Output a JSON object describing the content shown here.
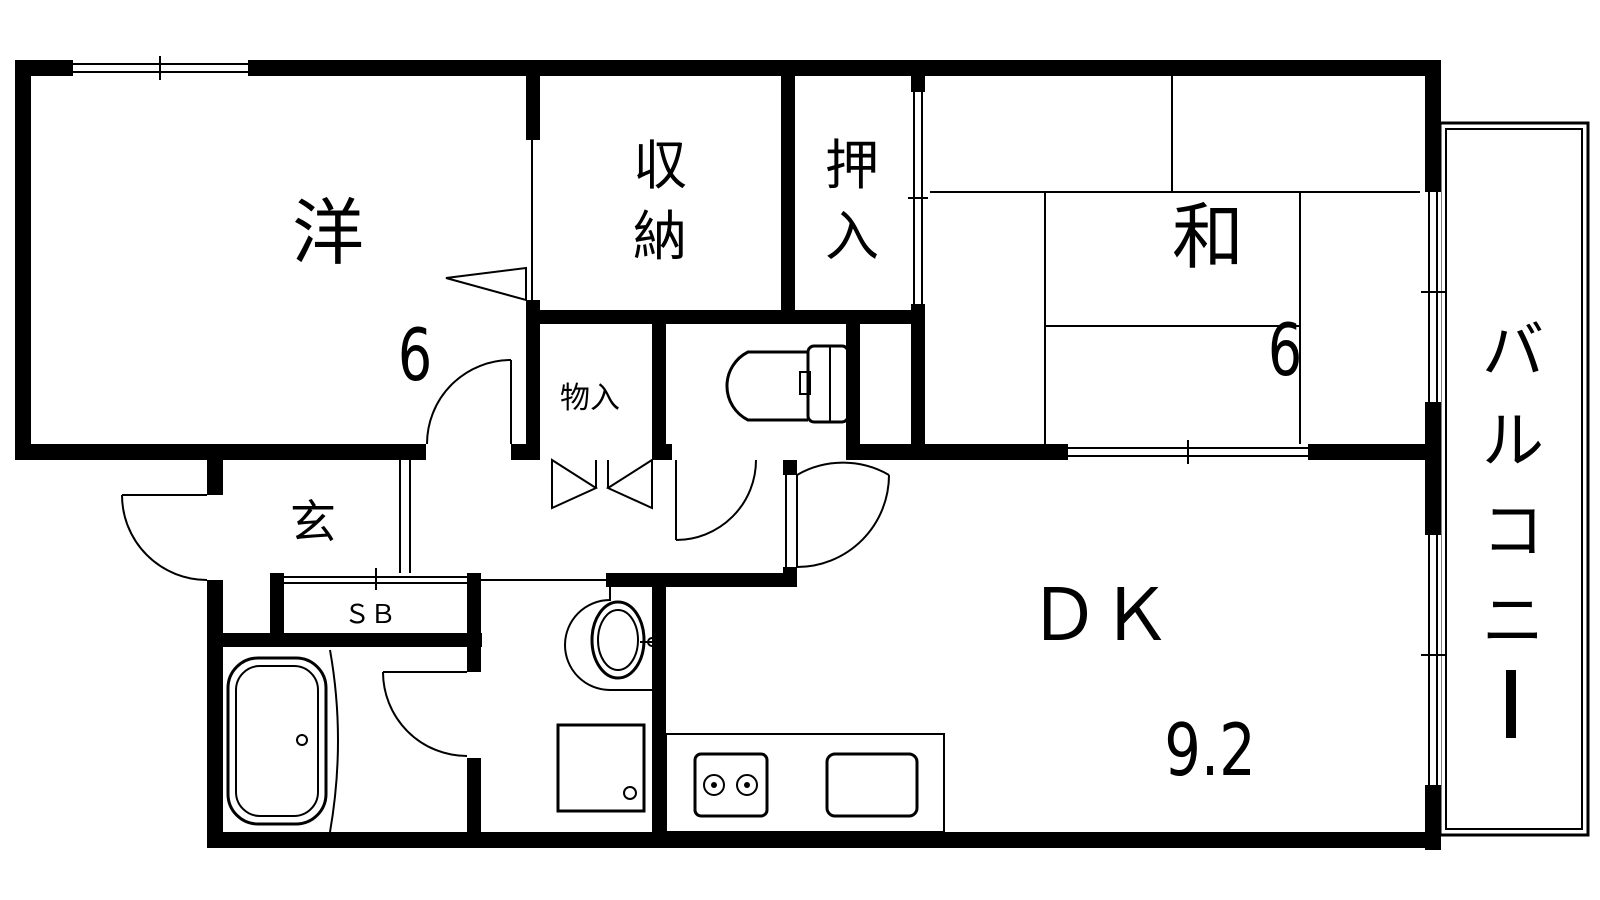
{
  "rooms": {
    "western_room_label": "洋",
    "western_room_size": "6",
    "storage_label_line1": "収",
    "storage_label_line2": "納",
    "closet_label_line1": "押",
    "closet_label_line2": "入",
    "japanese_room_label": "和",
    "japanese_room_size": "6",
    "storeroom_label": "物入",
    "entrance_label": "玄",
    "shoe_box_label": "ＳＢ",
    "dining_kitchen_label": "ＤＫ",
    "dining_kitchen_size": "9.2",
    "balcony_label_chars": [
      "バ",
      "ル",
      "コ",
      "ニ",
      "ー"
    ]
  }
}
